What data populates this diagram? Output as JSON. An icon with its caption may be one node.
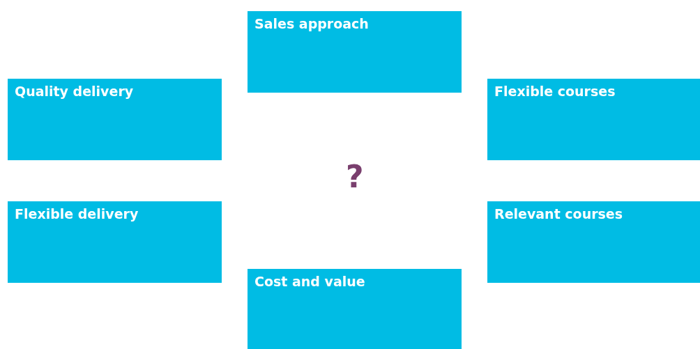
{
  "diagram": {
    "nodes": [
      {
        "text": [
          "Sales approach"
        ]
      },
      {
        "text": [
          "Quality delivery"
        ]
      },
      {
        "text": [
          "Flexible courses"
        ]
      },
      {
        "text": [
          "Flexible delivery"
        ]
      },
      {
        "text": [
          "Relevant courses"
        ]
      },
      {
        "text": [
          "Cost and value"
        ]
      }
    ],
    "edges": [],
    "labels": [
      "?"
    ]
  }
}
